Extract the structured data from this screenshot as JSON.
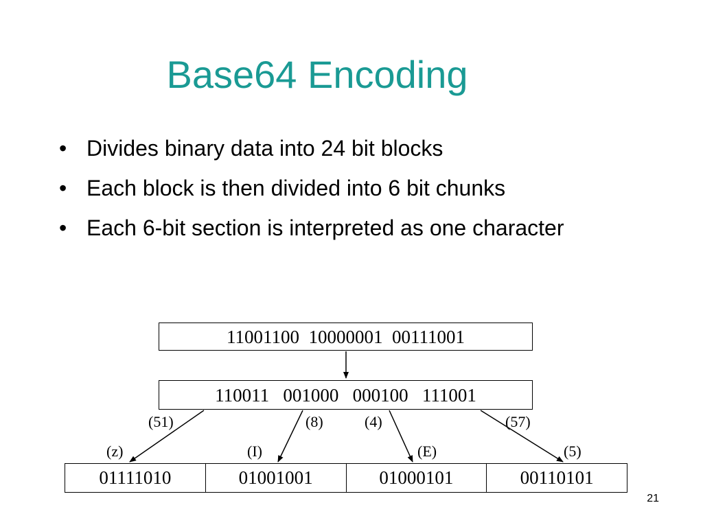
{
  "slide": {
    "title": "Base64 Encoding",
    "page_number": "21",
    "accent_color": "#1a9a94"
  },
  "bullets": [
    {
      "text": "Divides binary data into 24 bit blocks"
    },
    {
      "text": "Each block is then divided into 6 bit chunks"
    },
    {
      "text": "Each 6-bit section is interpreted as one character"
    }
  ],
  "diagram": {
    "input_bytes": "11001100  10000001  00111001",
    "six_bit_groups": "110011   001000   000100   111001",
    "group_values": [
      "(51)",
      "(8)",
      "(4)",
      "(57)"
    ],
    "output_chars": [
      "(z)",
      "(I)",
      "(E)",
      "(5)"
    ],
    "output_bytes": [
      "01111010",
      "01001001",
      "01000101",
      "00110101"
    ]
  }
}
